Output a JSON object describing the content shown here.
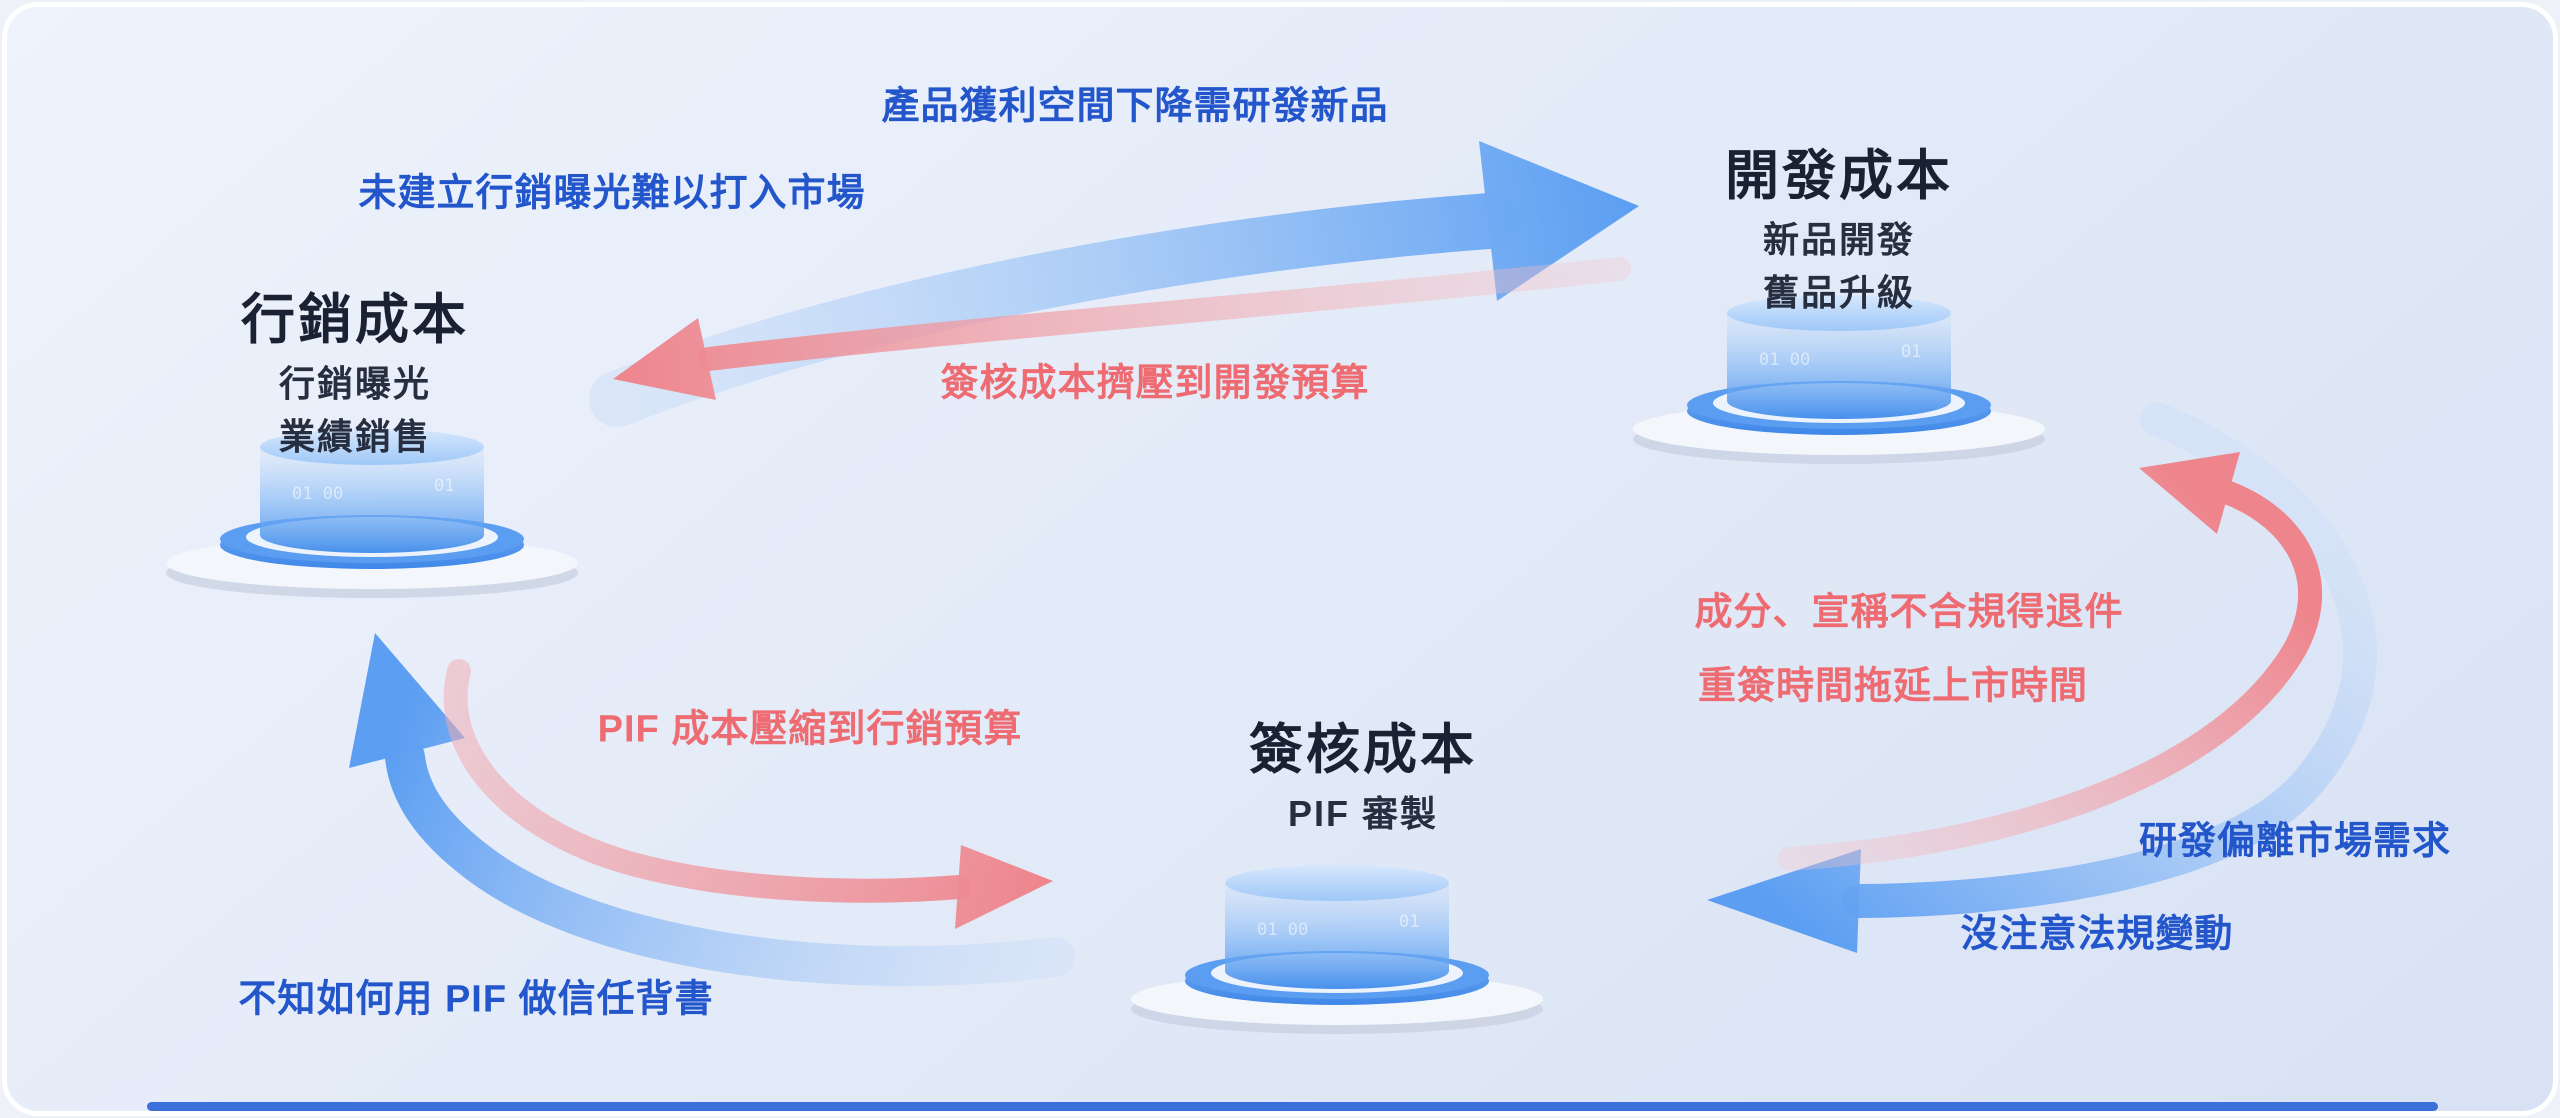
{
  "diagram": {
    "nodes": {
      "marketing": {
        "title": "行銷成本",
        "lines": [
          "行銷曝光",
          "業績銷售"
        ]
      },
      "development": {
        "title": "開發成本",
        "lines": [
          "新品開發",
          "舊品升級"
        ]
      },
      "approval": {
        "title": "簽核成本",
        "lines": [
          "PIF 審製"
        ]
      }
    },
    "labels": {
      "new_product_need": "產品獲利空間下降需研發新品",
      "market_entry": "未建立行銷曝光難以打入市場",
      "approval_squeeze_dev": "簽核成本擠壓到開發預算",
      "noncompliance_return": "成分、宣稱不合規得退件",
      "resign_delay": "重簽時間拖延上市時間",
      "rd_deviate": "研發偏離市場需求",
      "regulation_missed": "沒注意法規變動",
      "pif_squeeze_marketing": "PIF 成本壓縮到行銷預算",
      "pif_trust": "不知如何用 PIF 做信任背書"
    },
    "podium": {
      "digits_left": "01 00",
      "digits_right": "01"
    },
    "colors": {
      "blue_text": "#2356cb",
      "red_text": "#ee6b72",
      "title_text": "#1a2133",
      "subtitle_text": "#262e40",
      "arrow_blue": "#5b9ef2",
      "arrow_red": "#ee858d",
      "card_bg_start": "#eef3fc",
      "card_bg_end": "#d8e2f4",
      "bottom_bar": "#3b70da"
    }
  }
}
